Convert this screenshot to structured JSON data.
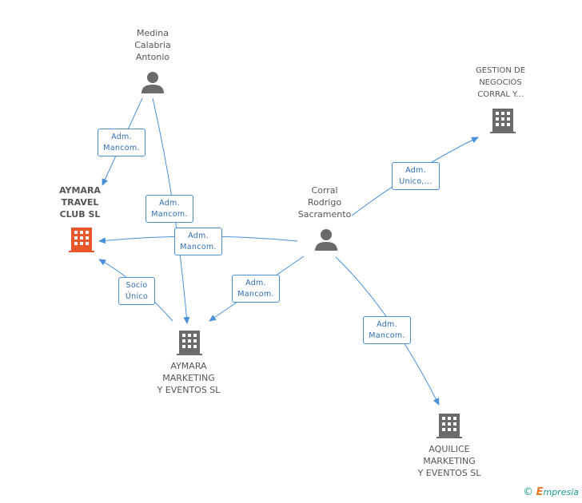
{
  "nodes": {
    "medina": {
      "label": "Medina\nCalabria\nAntonio"
    },
    "corral": {
      "label": "Corral\nRodrigo\nSacramento"
    },
    "aymara_travel": {
      "label": "AYMARA\nTRAVEL\nCLUB SL"
    },
    "gestion": {
      "label": "GESTION DE\nNEGOCIOS\nCORRAL Y..."
    },
    "aymara_marketing": {
      "label": "AYMARA\nMARKETING\nY EVENTOS SL"
    },
    "aquilice": {
      "label": "AQUILICE\nMARKETING\nY EVENTOS SL"
    }
  },
  "edges": {
    "e1": {
      "label": "Adm.\nMancom."
    },
    "e2": {
      "label": "Adm.\nMancom."
    },
    "e3": {
      "label": "Adm.\nMancom."
    },
    "e4": {
      "label": "Adm.\nUnico,..."
    },
    "e5": {
      "label": "Adm.\nMancom."
    },
    "e6": {
      "label": "Adm.\nMancom."
    },
    "e7": {
      "label": "Socio\nÚnico"
    }
  },
  "watermark": {
    "symbol": "©",
    "e": "E",
    "brand": "mpresia"
  },
  "colors": {
    "edge": "#4a90d9",
    "focus_company": "#e8562a",
    "company": "#6b6b6b",
    "person": "#6b6b6b"
  }
}
